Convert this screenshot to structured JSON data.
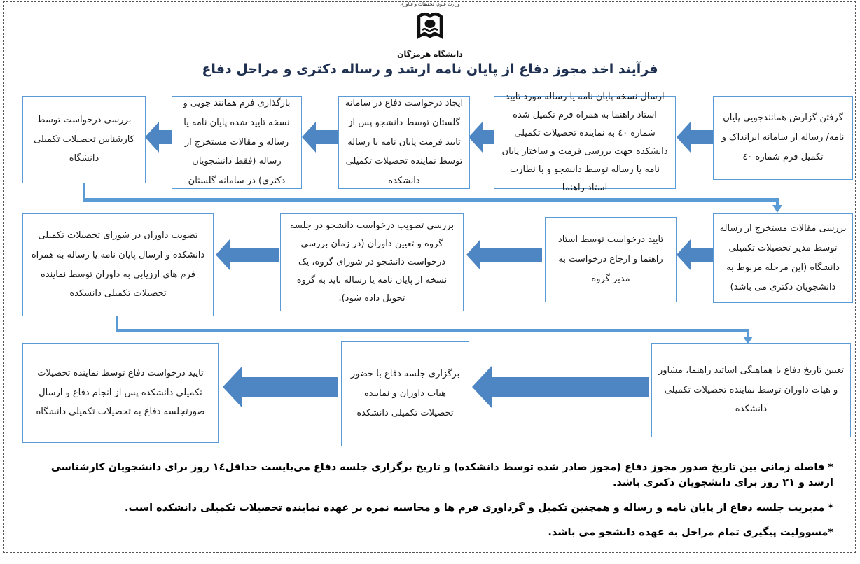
{
  "header": {
    "ministry_arc": "وزارت علوم، تحقیقات و فناوری",
    "university_name": "دانشگاه هرمزگان",
    "title": "فرآیند اخذ مجوز دفاع از پایان نامه ارشد و رساله دکتری و مراحل دفاع"
  },
  "flow": {
    "row1": [
      "گرفتن گزارش همانندجویی  پایان نامه/ رساله از سامانه ایرانداک و تکمیل فرم شماره ٤٠",
      "ارسال نسخه پایان نامه یا رساله مورد تایید استاد راهنما به همراه فرم تکمیل شده شماره ٤٠ به نماینده تحصیلات تکمیلی دانشکده جهت بررسی فرمت و ساختار پایان نامه یا رساله توسط دانشجو و با نظارت استاد راهنما",
      "ایجاد درخواست دفاع در سامانه گلستان توسط دانشجو پس از تایید فرمت پایان نامه یا رساله توسط نماینده تحصیلات تکمیلی دانشکده",
      "بارگذاری فرم همانند جویی و نسخه تایید شده پایان نامه یا رساله و مقالات مستخرج از رساله (فقط دانشجویان دکتری) در سامانه گلستان",
      "بررسی درخواست توسط کارشناس تحصیلات تکمیلی دانشگاه"
    ],
    "row2": [
      "بررسی مقالات مستخرج از رساله توسط مدیر تحصیلات تکمیلی دانشگاه (این مرحله مربوط به دانشجویان دکتری می باشد)",
      "تایید درخواست توسط استاد راهنما و ارجاع درخواست به مدیر گروه",
      "بررسی تصویب درخواست دانشجو در جلسه گروه و تعیین داوران (در زمان بررسی درخواست دانشجو در شورای گروه، یک نسخه از پایان نامه یا رساله باید به گروه تحویل داده شود).",
      "تصویب داوران در شورای تحصیلات تکمیلی دانشکده و ارسال پایان نامه یا رساله به همراه فرم های ارزیابی به داوران توسط نماینده تحصیلات تکمیلی دانشکده"
    ],
    "row3": [
      "تعیین تاریخ دفاع با هماهنگی اساتید راهنما، مشاور و هیات داوران توسط نماینده تحصیلات تکمیلی دانشکده",
      "برگزاری جلسه دفاع با حضور هیات داوران و نماینده تحصیلات تکمیلی دانشکده",
      "تایید درخواست دفاع توسط نماینده تحصیلات تکمیلی دانشکده پس از انجام دفاع و ارسال صورتجلسه دفاع به تحصیلات تکمیلی دانشگاه"
    ]
  },
  "notes": [
    "* فاصله زمانی بین تاریخ صدور مجوز دفاع (مجوز صادر شده توسط دانشکده) و تاریخ برگزاری جلسه دفاع می‌بایست حداقل١٤ روز برای دانشجویان کارشناسی ارشد و ٢١ روز برای دانشجویان دکتری باشد.",
    "* مدیریت جلسه دفاع از پایان نامه و رساله و همچنین تکمیل و گرداوری فرم ها و محاسبه نمره بر عهده نماینده تحصیلات تکمیلی دانشکده است.",
    "*مسوولیت پیگیری تمام مراحل به عهده دانشجو می باشد."
  ],
  "colors": {
    "accent": "#5b9bd5",
    "arrow": "#4e86c4",
    "title": "#1f3050",
    "text": "#1a1a1a",
    "note": "#000000",
    "border": "#555555"
  }
}
